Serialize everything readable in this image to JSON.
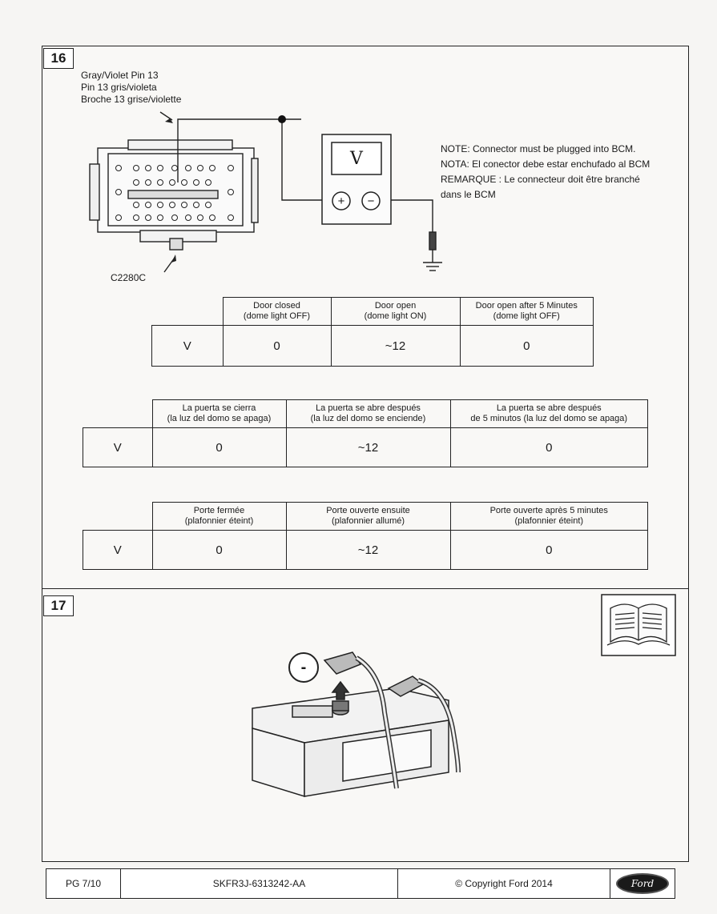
{
  "steps": {
    "step16": "16",
    "step17": "17"
  },
  "wire_label": [
    "Gray/Violet Pin 13",
    "Pin 13 gris/violeta",
    "Broche 13 grise/violette"
  ],
  "connector_id": "C2280C",
  "meter": {
    "display": "V",
    "plus": "+",
    "minus": "−"
  },
  "notes": [
    "NOTE: Connector must be plugged into BCM.",
    "NOTA: El conector debe estar enchufado al BCM",
    "REMARQUE : Le connecteur doit être branché",
    "dans le BCM"
  ],
  "tables": {
    "en": {
      "row_label": "V",
      "headers": [
        [
          "Door closed",
          "(dome light OFF)"
        ],
        [
          "Door open",
          "(dome light ON)"
        ],
        [
          "Door open after 5 Minutes",
          "(dome light OFF)"
        ]
      ],
      "values": [
        "0",
        "~12",
        "0"
      ]
    },
    "es": {
      "row_label": "V",
      "headers": [
        [
          "La puerta se cierra",
          "(la luz del domo se apaga)"
        ],
        [
          "La puerta se abre después",
          "(la luz del domo se enciende)"
        ],
        [
          "La puerta se abre después",
          "de 5 minutos (la luz del domo se apaga)"
        ]
      ],
      "values": [
        "0",
        "~12",
        "0"
      ]
    },
    "fr": {
      "row_label": "V",
      "headers": [
        [
          "Porte fermée",
          "(plafonnier éteint)"
        ],
        [
          "Porte ouverte ensuite",
          "(plafonnier allumé)"
        ],
        [
          "Porte ouverte après 5 minutes",
          "(plafonnier éteint)"
        ]
      ],
      "values": [
        "0",
        "~12",
        "0"
      ]
    }
  },
  "battery": {
    "terminal_sign": "-"
  },
  "footer": {
    "page": "PG 7/10",
    "doc_id": "SKFR3J-6313242-AA",
    "copyright": "© Copyright Ford 2014",
    "logo": "Ford"
  }
}
